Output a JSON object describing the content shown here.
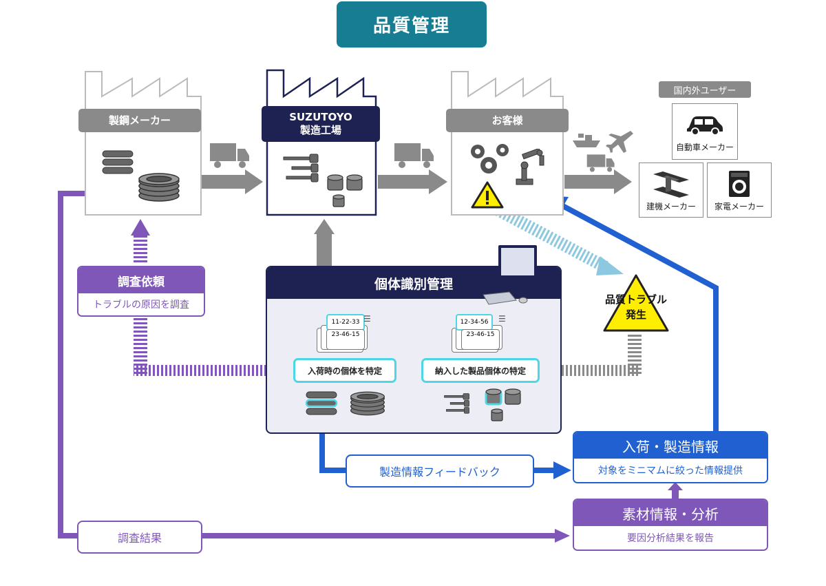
{
  "title": "品質管理",
  "factories": {
    "steel_maker": "製鋼メーカー",
    "suzutoyo_line1": "SUZUTOYO",
    "suzutoyo_line2": "製造工場",
    "customer": "お客様"
  },
  "users": {
    "header": "国内外ユーザー",
    "car": "自動車メーカー",
    "construction": "建機メーカー",
    "appliance": "家電メーカー"
  },
  "investigation_request": {
    "title": "調査依頼",
    "subtitle": "トラブルの原因を調査"
  },
  "individual_management": {
    "title": "個体識別管理",
    "tag_left": "入荷時の個体を特定",
    "tag_right": "納入した製品個体の特定",
    "card_left_top": "11-22-33",
    "card_left_bottom": "23-46-15",
    "card_right_top": "12-34-56",
    "card_right_bottom": "23-46-15"
  },
  "trouble": {
    "line1": "品質トラブル",
    "line2": "発生"
  },
  "receiving_info": {
    "title": "入荷・製造情報",
    "subtitle": "対象をミニマムに絞った情報提供"
  },
  "feedback": "製造情報フィードバック",
  "material_info": {
    "title": "素材情報・分析",
    "subtitle": "要因分析結果を報告"
  },
  "investigation_result": "調査結果",
  "colors": {
    "teal": "#177d93",
    "navy": "#1d2253",
    "purple": "#7e57b9",
    "blue": "#2160d0",
    "gray": "#8a8a8a",
    "cyan": "#4fd6e4",
    "yellow": "#ffee00",
    "lightblue": "#8cc8e0"
  },
  "icons": [
    "truck-icon",
    "gear-icon",
    "robot-arm-icon",
    "warning-icon",
    "ship-icon",
    "airplane-icon",
    "car-icon",
    "steel-beam-icon",
    "washing-machine-icon",
    "computer-icon",
    "coil-icon",
    "bolt-icon"
  ]
}
